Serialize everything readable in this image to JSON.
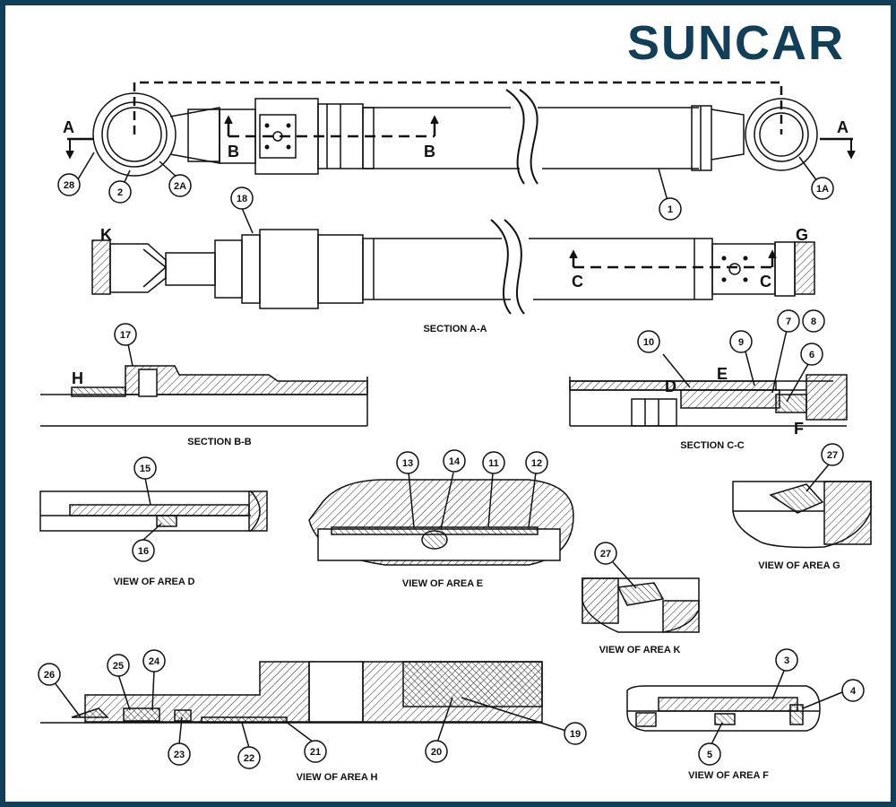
{
  "brand": {
    "logo_text": "SUNCAR",
    "color": "#123e57"
  },
  "frame_color": "#123e57",
  "section_titles": {
    "aa": "SECTION A-A",
    "bb": "SECTION B-B",
    "cc": "SECTION C-C"
  },
  "view_titles": {
    "d": "VIEW OF AREA D",
    "e": "VIEW OF AREA E",
    "g": "VIEW OF AREA G",
    "k": "VIEW OF AREA K",
    "h": "VIEW OF AREA H",
    "f": "VIEW OF AREA F"
  },
  "section_letters": {
    "a_left": "A",
    "a_right": "A",
    "b_left": "B",
    "b_right": "B",
    "c_left": "C",
    "c_right": "C",
    "k": "K",
    "g": "G",
    "h": "H",
    "d": "D",
    "e": "E",
    "f": "F"
  },
  "callouts": {
    "c1": "1",
    "c1a": "1A",
    "c2": "2",
    "c2a": "2A",
    "c28": "28",
    "c18": "18",
    "c17": "17",
    "c10": "10",
    "c9": "9",
    "c7": "7",
    "c8": "8",
    "c6": "6",
    "c15": "15",
    "c16": "16",
    "c13": "13",
    "c14": "14",
    "c11": "11",
    "c12": "12",
    "c27g": "27",
    "c27k": "27",
    "c26": "26",
    "c25": "25",
    "c24": "24",
    "c23": "23",
    "c22": "22",
    "c21": "21",
    "c20": "20",
    "c19": "19",
    "c3": "3",
    "c4": "4",
    "c5": "5"
  }
}
